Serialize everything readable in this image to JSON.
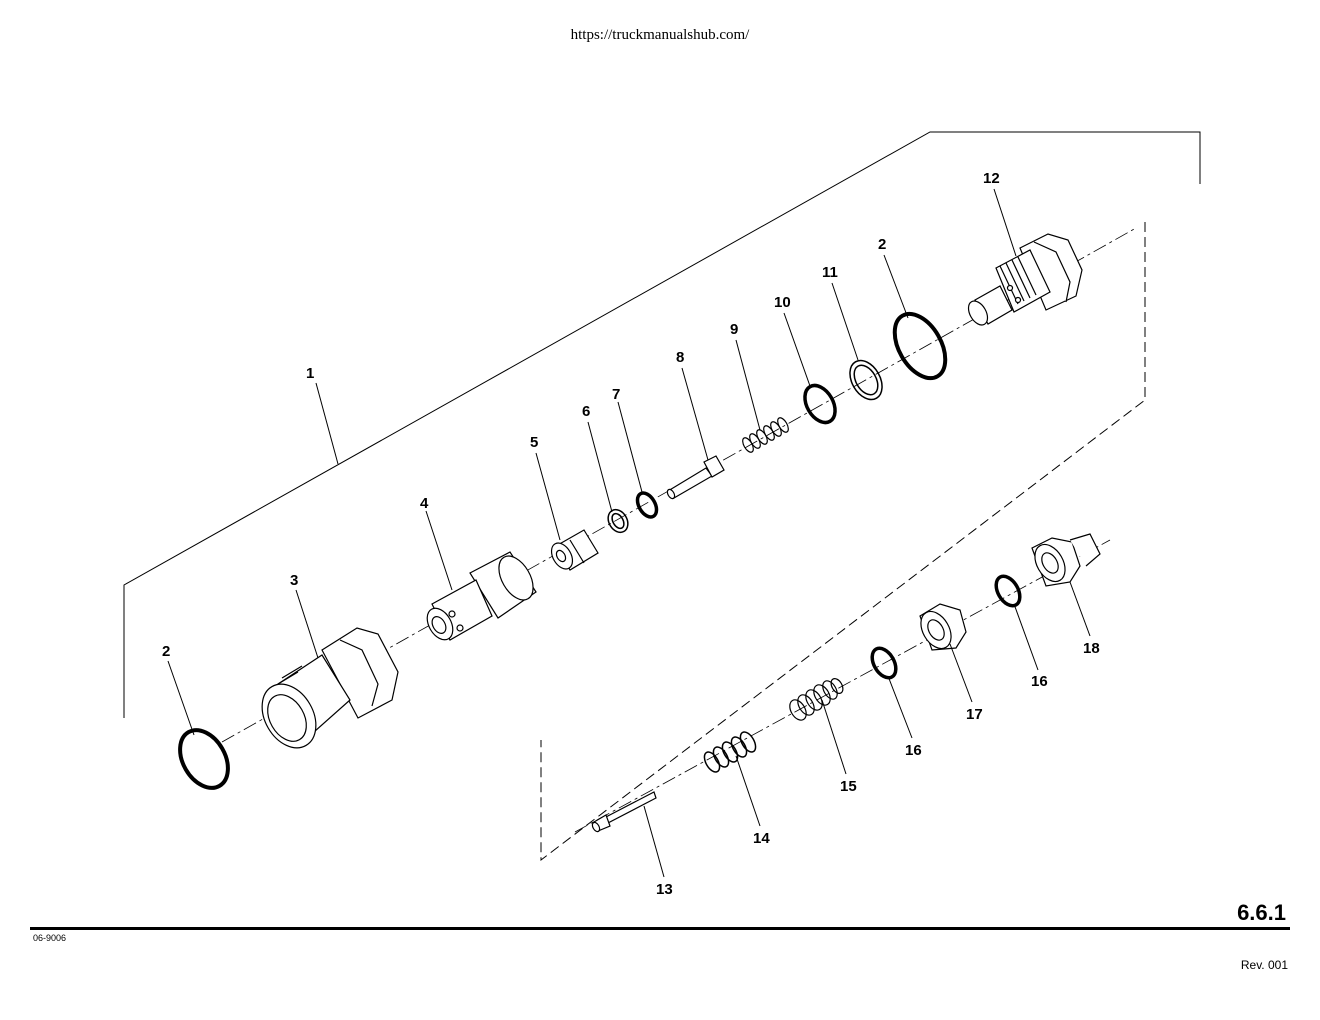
{
  "header": {
    "url": "https://truckmanualshub.com/"
  },
  "callouts": {
    "c1": "1",
    "c2_left": "2",
    "c2_right": "2",
    "c3": "3",
    "c4": "4",
    "c5": "5",
    "c6": "6",
    "c7": "7",
    "c8": "8",
    "c9": "9",
    "c10": "10",
    "c11": "11",
    "c12": "12",
    "c13": "13",
    "c14": "14",
    "c15": "15",
    "c16_lower": "16",
    "c16_upper": "16",
    "c17": "17",
    "c18": "18"
  },
  "footer": {
    "section_number": "6.6.1",
    "doc_code": "06-9006",
    "revision": "Rev. 001"
  }
}
